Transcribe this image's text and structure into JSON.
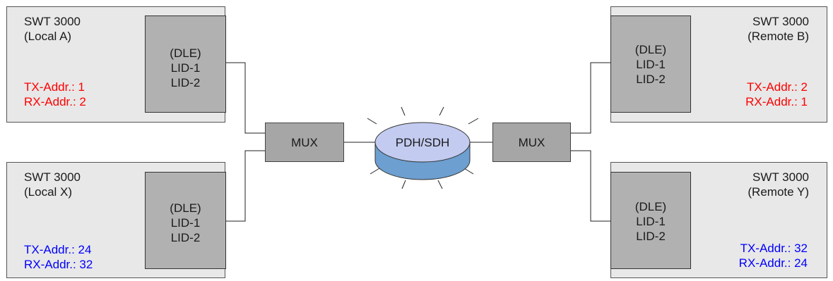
{
  "nodes": {
    "local_a": {
      "model": "SWT 3000",
      "name": "(Local A)",
      "dle": [
        "(DLE)",
        "LID-1",
        "LID-2"
      ],
      "tx": "TX-Addr.: 1",
      "rx": "RX-Addr.: 2",
      "addr_color": "#ff0000"
    },
    "local_x": {
      "model": "SWT 3000",
      "name": "(Local X)",
      "dle": [
        "(DLE)",
        "LID-1",
        "LID-2"
      ],
      "tx": "TX-Addr.: 24",
      "rx": "RX-Addr.: 32",
      "addr_color": "#0000ff"
    },
    "remote_b": {
      "model": "SWT 3000",
      "name": "(Remote B)",
      "dle": [
        "(DLE)",
        "LID-1",
        "LID-2"
      ],
      "tx": "TX-Addr.: 2",
      "rx": "RX-Addr.: 1",
      "addr_color": "#ff0000"
    },
    "remote_y": {
      "model": "SWT 3000",
      "name": "(Remote Y)",
      "dle": [
        "(DLE)",
        "LID-1",
        "LID-2"
      ],
      "tx": "TX-Addr.: 32",
      "rx": "RX-Addr.: 24",
      "addr_color": "#0000ff"
    }
  },
  "mux_left": "MUX",
  "mux_right": "MUX",
  "network": "PDH/SDH",
  "colors": {
    "network_top": "#c3cbf0",
    "network_side": "#6d9fd0"
  }
}
